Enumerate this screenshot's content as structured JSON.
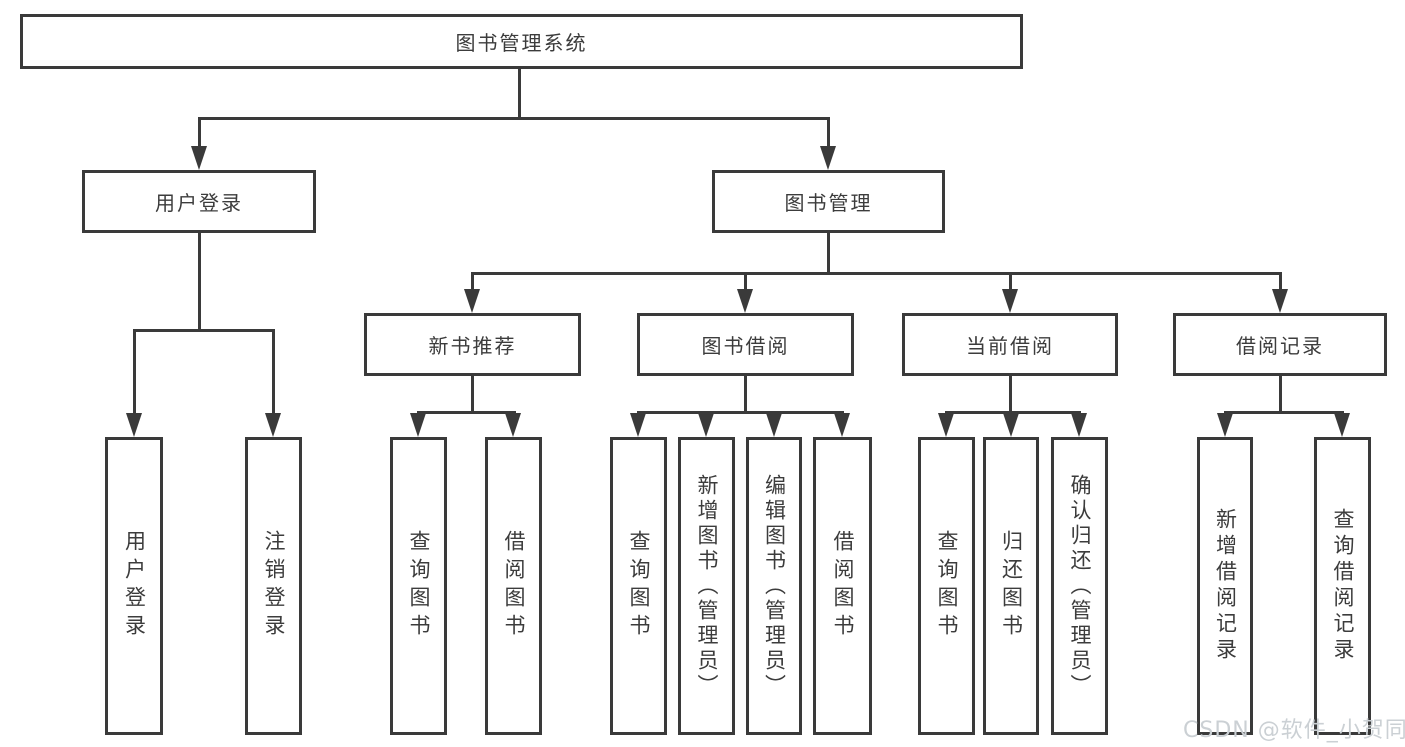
{
  "diagram": {
    "root": {
      "label": "图书管理系统"
    },
    "level2": [
      {
        "id": "user-login",
        "label": "用户登录"
      },
      {
        "id": "book-management",
        "label": "图书管理"
      }
    ],
    "level3": [
      {
        "id": "new-book-recommend",
        "label": "新书推荐"
      },
      {
        "id": "book-borrow",
        "label": "图书借阅"
      },
      {
        "id": "current-borrow",
        "label": "当前借阅"
      },
      {
        "id": "borrow-records",
        "label": "借阅记录"
      }
    ],
    "leaves": {
      "user_login": [
        "用户登录",
        "注销登录"
      ],
      "new_book_recommend": [
        "查询图书",
        "借阅图书"
      ],
      "book_borrow": [
        "查询图书",
        "新增图书（管理员）",
        "编辑图书（管理员）",
        "借阅图书"
      ],
      "current_borrow": [
        "查询图书",
        "归还图书",
        "确认归还（管理员）"
      ],
      "borrow_records": [
        "新增借阅记录",
        "查询借阅记录"
      ]
    }
  },
  "watermark": {
    "text": "CSDN @软件_小贺同学"
  },
  "colors": {
    "line": "#3a3a3a",
    "text": "#3c3c3c",
    "background": "#ffffff",
    "watermark": "#cbd0d4"
  }
}
